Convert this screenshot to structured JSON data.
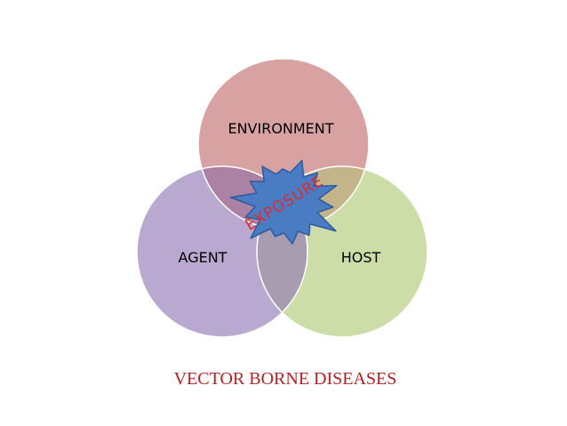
{
  "diagram": {
    "circles": {
      "environment": {
        "label": "ENVIRONMENT",
        "color": "#D9A2A2"
      },
      "agent": {
        "label": "AGENT",
        "color": "#B9A9D0"
      },
      "host": {
        "label": "HOST",
        "color": "#CDDDA8"
      }
    },
    "overlaps": {
      "environment_agent": "#AC82A4",
      "environment_host": "#C4B48A",
      "agent_host": "#A89CB0",
      "center": "#9A7FA0"
    },
    "starburst": {
      "label": "EXPOSURE",
      "fill": "#4A7CC4",
      "stroke": "#2E5A9C",
      "text_color": "#E0282E"
    },
    "caption": {
      "text": "VECTOR BORNE DISEASES",
      "color": "#B22222"
    }
  }
}
